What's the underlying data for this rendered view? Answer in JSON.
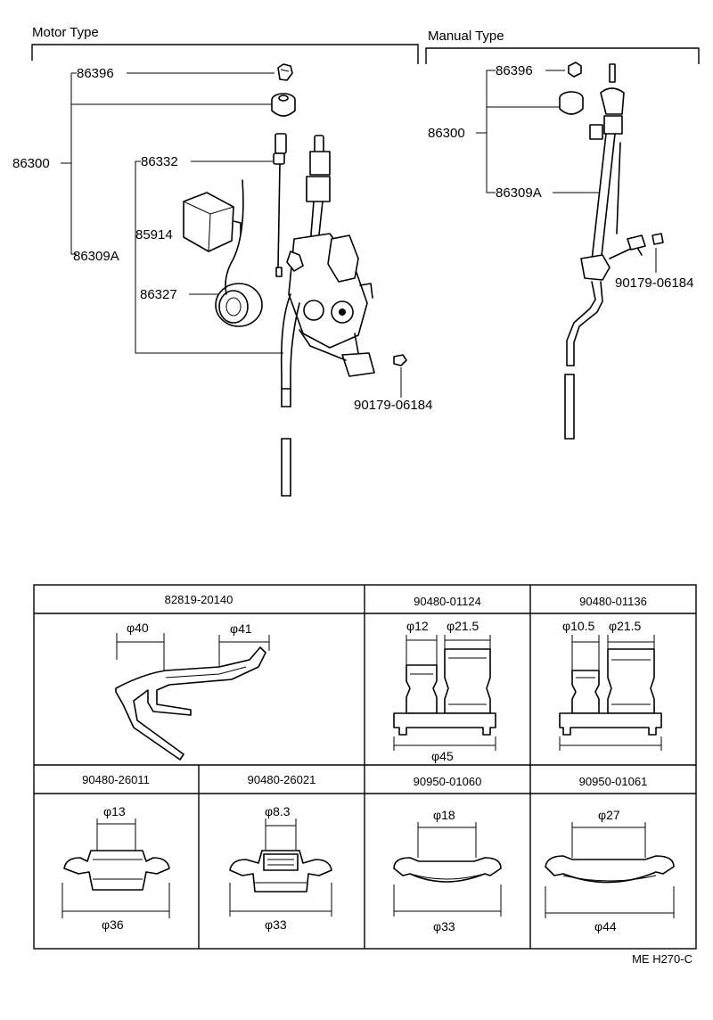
{
  "headers": {
    "motor": "Motor Type",
    "manual": "Manual Type"
  },
  "motor": {
    "antenna_assy": "86300",
    "cap": "86396",
    "nut": "86396",
    "mast": "86309A",
    "cord": "86332",
    "relay": "85914",
    "grommet": "86327",
    "screw": "90179-06184"
  },
  "manual": {
    "cap": "86396",
    "antenna_assy": "86300",
    "mast": "86309A",
    "screw": "90179-06184"
  },
  "table": {
    "row1": [
      {
        "part": "82819-20140",
        "dims": [
          "φ40",
          "φ41"
        ]
      },
      {
        "part": "90480-01124",
        "dims": [
          "φ12",
          "φ21.5",
          "φ45"
        ]
      },
      {
        "part": "90480-01136",
        "dims": [
          "φ10.5",
          "φ21.5"
        ]
      }
    ],
    "row2": [
      {
        "part": "90480-26011",
        "dims": [
          "φ13",
          "φ36"
        ]
      },
      {
        "part": "90480-26021",
        "dims": [
          "φ8.3",
          "φ33"
        ]
      },
      {
        "part": "90950-01060",
        "dims": [
          "φ18",
          "φ33"
        ]
      },
      {
        "part": "90950-01061",
        "dims": [
          "φ27",
          "φ44"
        ]
      }
    ]
  },
  "figure_code": "ME H270-C"
}
